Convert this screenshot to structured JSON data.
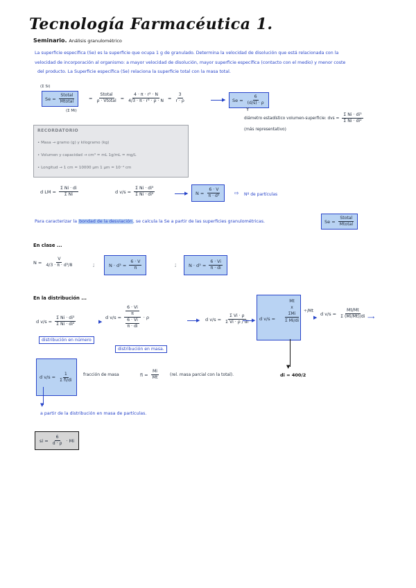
{
  "header": {
    "title": "Tecnología Farmacéutica 1.",
    "seminar_label": "Seminario.",
    "seminar_topic": "Análisis granulométrico"
  },
  "intro": {
    "line1": "La superficie específica (Se) es la superficie que ocupa 1 g de granulado. Determina la velocidad de disolución que está relacionada con la",
    "line2": "velocidad de incorporación al organismo: a mayor velocidad de disolución, mayor superficie específica (contacto con el medio) y menor coste",
    "line3": "del producto. La Superficie específica (Se) relaciona la superficie total con la masa total."
  },
  "formula_se": {
    "se": "Se =",
    "stotal": "Stotal",
    "mtotal": "Mtotal",
    "sum_si": "(Σ Si)",
    "sum_mi": "(Σ Mi)",
    "eq2_num": "Stotal",
    "eq2_den": "ρ · Vtotal",
    "eq3_num": "4 · π · r² · N",
    "eq3_den": "4/3 · π · r³ · ρ · N",
    "eq4_num": "3",
    "eq4_den": "r · ρ",
    "result_num": "6",
    "result_den": "(d/s) · ρ",
    "diam_note": "diámetro estadístico volumen-superficie: dvs =",
    "diam_num": "Σ Ni · di³",
    "diam_den": "Σ Ni · di²",
    "diam_note2": "(más representativo)"
  },
  "recordatorio": {
    "title": "RECORDATORIO",
    "items": [
      "Masa → gramo (g) y kilogramo (kg)",
      "Volumen y capacidad → cm³ = mL   1g/mL = mg/L",
      "Longitud → 1 cm = 10000 μm   1 μm = 10⁻⁴ cm"
    ]
  },
  "row_d": {
    "dlm": "d LM =",
    "dlm_num": "Σ Ni · di",
    "dlm_den": "Σ Ni",
    "dvs": "d v/s =",
    "dvs_num": "Σ Ni · di³",
    "dvs_den": "Σ Ni · di²",
    "n_box": "N =",
    "n_num": "6 · V",
    "n_den": "π · d³",
    "particles": "Nº de partículas"
  },
  "caract": {
    "text_a": "Para caracterizar la",
    "text_b": "bondad de la desviación",
    "text_c": ", se calcula la Se a partir de las superficies granulométricas.",
    "se": "Se =",
    "num": "Stotal",
    "den": "Mtotal"
  },
  "en_clase": {
    "heading": "En clase ...",
    "n": "N =",
    "n_num": "V",
    "n_den": "4/3 · π · d³/8",
    "box1_left": "N · d³ =",
    "box1_num": "6 · V",
    "box1_den": "π",
    "box2_left": "N · d³ =",
    "box2_num": "6 · Vi",
    "box2_den": "π · di"
  },
  "distribucion": {
    "heading": "En la distribución ...",
    "dvs1": "d v/s =",
    "dvs1_num": "Σ Ni · di³",
    "dvs1_den": "Σ Ni · di²",
    "label_num": "distribución en número",
    "dvs2": "d v/s =",
    "dvs2_top": "6 · Vi",
    "dvs2_mid": "π",
    "dvs2_bot": "6 · Vi",
    "dvs2_bot2": "π · di",
    "rho": "· ρ",
    "label_masa": "distribución en masa.",
    "dvs3": "d v/s =",
    "dvs3_num": "Σ Vi · ρ",
    "dvs3_den": "Σ Vi · ρ / di",
    "box_dvs": "d v/s =",
    "box_mt": "Mt",
    "box_x": "x",
    "box_sum_mi": "ΣMi",
    "box_den": "Σ Mi/di",
    "div_mt": "÷/Mt",
    "dvs4": "d v/s =",
    "dvs4_num": "Mt/Mt",
    "dvs4_den": "Σ (Mi/Mt)/di",
    "di_note": "di = 400/2"
  },
  "fraccion": {
    "box": "d v/s =",
    "box_num": "1",
    "box_den": "Σ fi/di",
    "text": "fracción de masa",
    "f": "fi =",
    "f_num": "Mi",
    "f_den": "Mt",
    "note": "(rel. masa parcial con la total).",
    "arrow_text": "a partir de la distribución en masa de partículas."
  },
  "final": {
    "si": "si =",
    "num": "6",
    "den": "d · ρ",
    "tail": "· Mi"
  }
}
